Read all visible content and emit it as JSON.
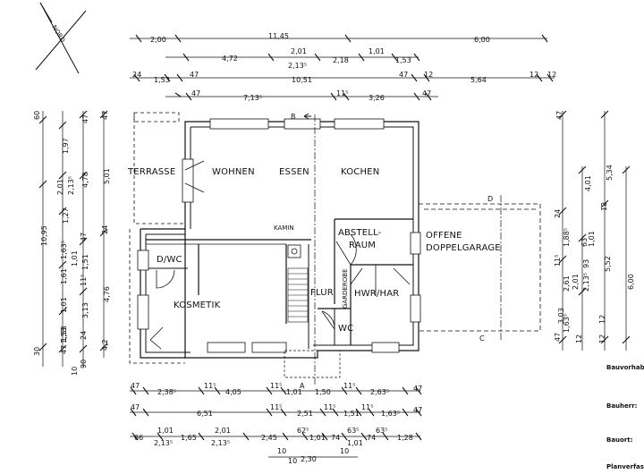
{
  "north": {
    "label": "NORD"
  },
  "rooms": {
    "terrasse": "TERRASSE",
    "wohnen": "WOHNEN",
    "essen": "ESSEN",
    "kochen": "KOCHEN",
    "abstell1": "ABSTELL-",
    "abstell2": "RAUM",
    "garage1": "OFFENE",
    "garage2": "DOPPELGARAGE",
    "dwc": "D/WC",
    "kosmetik": "KOSMETIK",
    "flur": "FLUR",
    "hwr": "HWR/HAR",
    "wc": "WC",
    "kamin": "KAMIN",
    "garderobe": "GARDEROBE"
  },
  "section_marks": {
    "b": "B",
    "a": "A",
    "c": "C",
    "d": "D"
  },
  "dims_top": {
    "r1": [
      "2,00",
      "11,45",
      "6,00"
    ],
    "r2": [
      "4,72",
      "2,01",
      "2,13⁵",
      "2,18",
      "1,01",
      "1,53"
    ],
    "r3": [
      "24",
      "1,53",
      "47",
      "10,51",
      "47",
      "12",
      "5,64",
      "12",
      "12"
    ],
    "r4": [
      "47",
      "7,13⁵",
      "11⁵",
      "3,26",
      "47"
    ]
  },
  "dims_left": {
    "outer": [
      "10,95"
    ],
    "c1": [
      "60",
      "1,53",
      "1,61",
      "30",
      "1,01",
      "90"
    ],
    "c2": [
      "1,97",
      "2,01",
      "2,13⁵",
      "1,27",
      "1,51",
      "1,01",
      "1,53",
      "47",
      "10"
    ],
    "c3": [
      "24",
      "4,78",
      "47",
      "1,63⁵",
      "11⁵",
      "3,13",
      "4,2"
    ],
    "c4": [
      "47",
      "5,01",
      "24",
      "4,76",
      "47"
    ]
  },
  "dims_right": {
    "c1": [
      "47",
      "24",
      "1,88⁵",
      "11⁵",
      "2,61",
      "3,03",
      "47"
    ],
    "c2": [
      "4,01",
      "93",
      "2,01",
      "2,13⁵",
      "1,63⁵",
      "12"
    ],
    "c3": [
      "5,34",
      "12",
      "63",
      "1,01",
      "5,52",
      "12",
      "12"
    ],
    "c4": [
      "6,00"
    ]
  },
  "dims_bottom": {
    "r1": [
      "47",
      "2,38⁵",
      "11⁵",
      "4,05",
      "11⁵",
      "1,01",
      "1,50",
      "11⁵",
      "2,63⁵",
      "47"
    ],
    "r2": [
      "47",
      "6,51",
      "11⁵",
      "2,51",
      "11⁵",
      "1,51",
      "11⁵",
      "1,63⁵",
      "47"
    ],
    "r3": [
      "66",
      "1,01",
      "2,13⁵",
      "1,65",
      "2,01",
      "2,13⁵",
      "2,45",
      "62⁵",
      "1,01",
      "74",
      "63⁵",
      "1,01",
      "74",
      "63⁵",
      "1,28"
    ],
    "r4": [
      "10",
      "10",
      "2,30",
      "10"
    ]
  },
  "title_block": {
    "bauvorhaben": "Bauvorhaben",
    "bauherr": "Bauherr:",
    "bauort": "Bauort:",
    "planverfasser": "Planverfasser"
  }
}
